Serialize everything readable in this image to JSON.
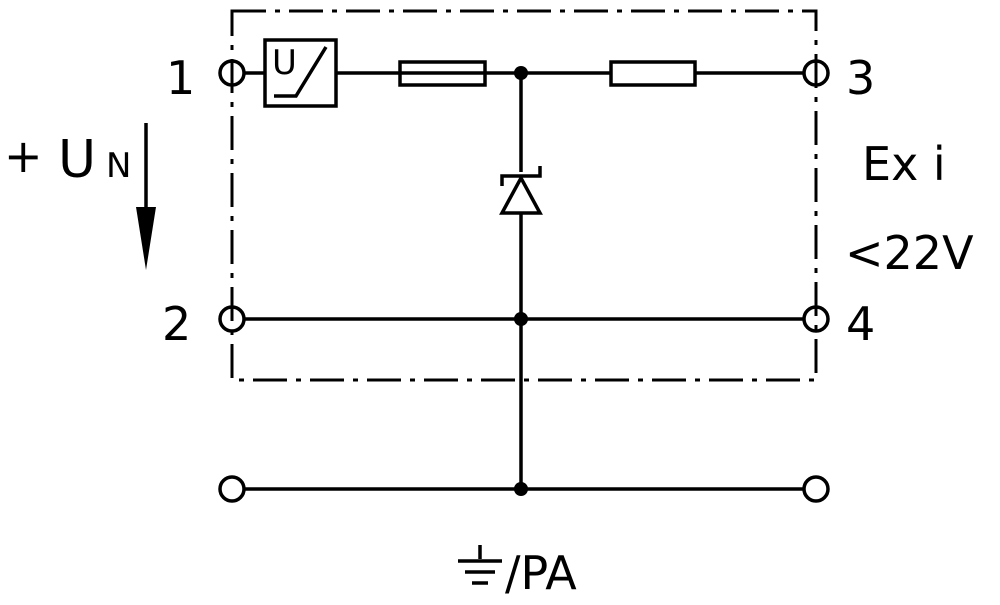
{
  "terminals": {
    "t1": "1",
    "t2": "2",
    "t3": "3",
    "t4": "4"
  },
  "supply": {
    "plus": "+",
    "u_letter": "U",
    "u_subscript": "N"
  },
  "rating": {
    "line1": "Ex i",
    "line2": "<22V"
  },
  "ground": {
    "label": "/PA"
  },
  "converter": {
    "symbol_letter": "U"
  }
}
